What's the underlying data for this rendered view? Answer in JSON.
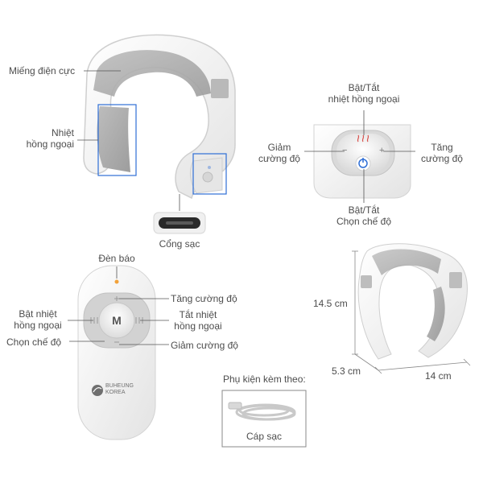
{
  "device_labels": {
    "electrode_pad": "Miếng điện cực",
    "infrared_heat_line1": "Nhiệt",
    "infrared_heat_line2": "hồng ngoại",
    "charging_port": "Cổng sạc"
  },
  "button_panel": {
    "toggle_infrared_line1": "Bật/Tắt",
    "toggle_infrared_line2": "nhiệt hồng ngoại",
    "decrease_line1": "Giảm",
    "decrease_line2": "cường độ",
    "increase_line1": "Tăng",
    "increase_line2": "cường độ",
    "power_line1": "Bật/Tắt",
    "power_line2": "Chọn chế độ",
    "minus_symbol": "−",
    "plus_symbol": "+"
  },
  "remote": {
    "indicator_light": "Đèn báo",
    "increase_intensity": "Tăng cường độ",
    "infrared_on_line1": "Bật nhiệt",
    "infrared_on_line2": "hồng ngoại",
    "infrared_off_line1": "Tắt nhiệt",
    "infrared_off_line2": "hồng ngoại",
    "select_mode": "Chọn chế độ",
    "decrease_intensity": "Giảm cường độ",
    "mode_button_letter": "M",
    "brand_line1": "BUHEUNG",
    "brand_line2": "KOREA"
  },
  "dimensions": {
    "height": "14.5 cm",
    "depth": "5.3 cm",
    "width": "14 cm"
  },
  "accessories": {
    "title": "Phụ kiện kèm theo:",
    "cable_label": "Cáp sạc"
  },
  "colors": {
    "accent_blue": "#2f6fd6",
    "heat_red": "#d9534f",
    "device_white": "#f4f4f4",
    "device_gray": "#c9c9c9",
    "indicator_orange": "#f2a23a"
  }
}
